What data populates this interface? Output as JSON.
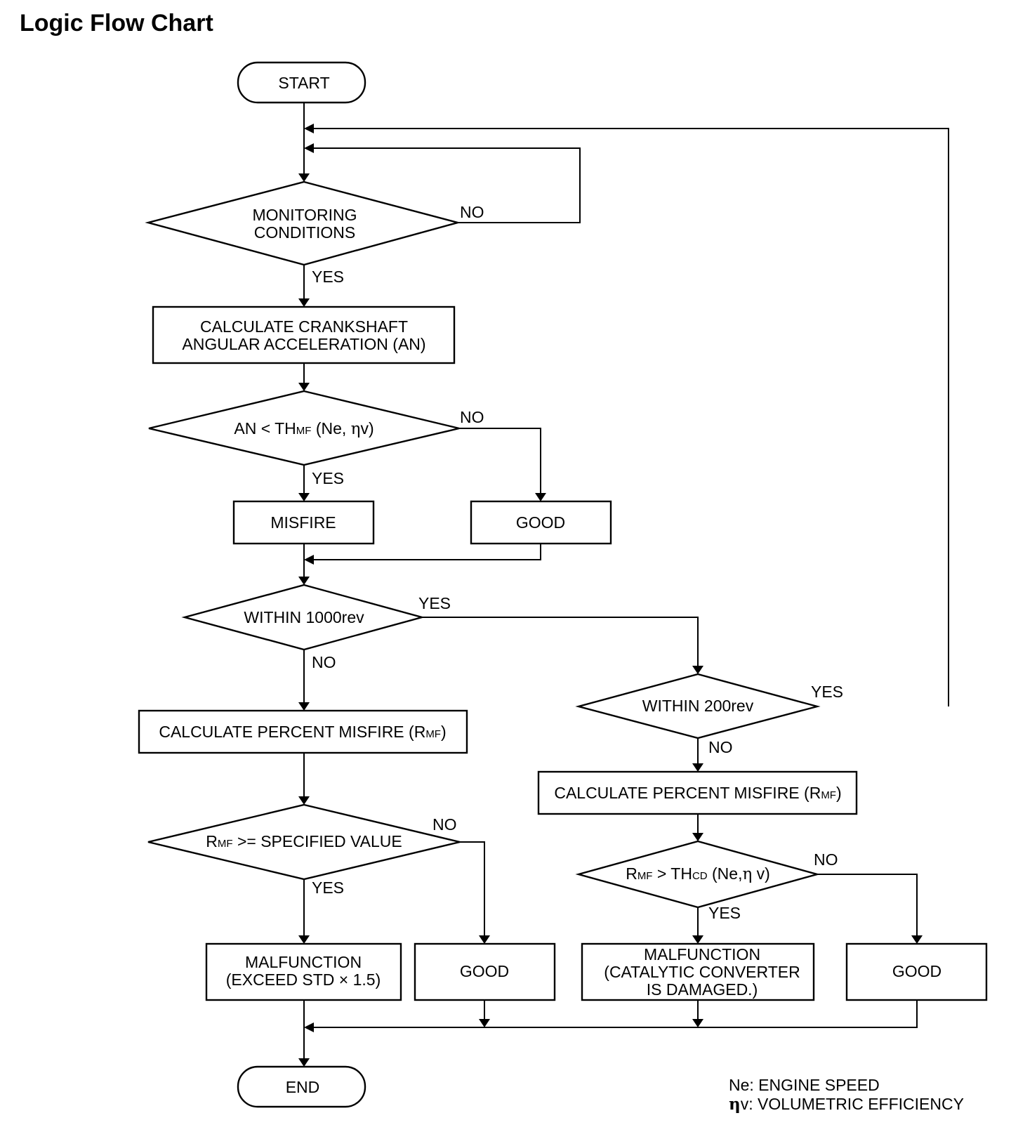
{
  "title": "Logic Flow Chart",
  "nodes": {
    "start": "START",
    "monitoring": [
      "MONITORING",
      "CONDITIONS"
    ],
    "calc_an": [
      "CALCULATE CRANKSHAFT",
      "ANGULAR ACCELERATION (AN)"
    ],
    "an_check": {
      "p1": "AN < TH",
      "sub": "MF",
      "p2": " (Ne, ",
      "eta": "η",
      "p3": "v)"
    },
    "misfire": "MISFIRE",
    "good": "GOOD",
    "within1000": "WITHIN 1000rev",
    "calc_rmf_prefix": "CALCULATE PERCENT MISFIRE (R",
    "rmf_sub": "MF",
    "calc_rmf_suffix": ")",
    "rmf_spec": {
      "p1": "R",
      "sub": "MF",
      "p2": " >= SPECIFIED VALUE"
    },
    "malf_std": [
      "MALFUNCTION",
      "(EXCEED STD  × 1.5)"
    ],
    "within200": "WITHIN 200rev",
    "rmf_thcd": {
      "p1": "R",
      "sub1": "MF",
      "p2": " > TH",
      "sub2": "CD",
      "p3": " (Ne,",
      "eta": "η",
      "p4": " v)"
    },
    "malf_cat": [
      "MALFUNCTION",
      "(CATALYTIC CONVERTER",
      "IS DAMAGED.)"
    ],
    "end": "END"
  },
  "edge_labels": {
    "yes": "YES",
    "no": "NO"
  },
  "legend": {
    "ne": "Ne: ENGINE SPEED",
    "eta_symbol": "η",
    "eta_text": "v: VOLUMETRIC EFFICIENCY"
  }
}
